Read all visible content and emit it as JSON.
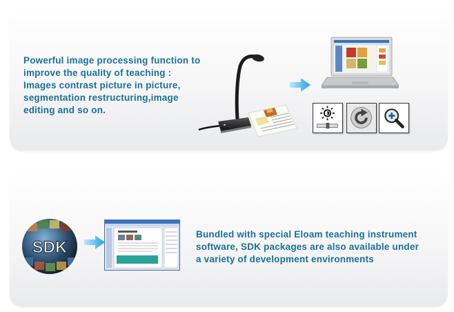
{
  "feature_top": {
    "lines": [
      "Powerful image processing function to",
      "improve the quality of teaching :",
      "Images contrast picture in picture,",
      "segmentation restructuring,image",
      "editing and so on."
    ]
  },
  "feature_bottom": {
    "lines": [
      "Bundled with special Eloam teaching instrument",
      "software, SDK packages are also available under",
      "a variety of development environments"
    ]
  },
  "sdk_logo": {
    "label": "SDK"
  },
  "tools": [
    "brightness-icon",
    "rotate-icon",
    "zoom-in-icon"
  ],
  "colors": {
    "text": "#1a6f9a",
    "arrow": "#1fa3e0"
  }
}
